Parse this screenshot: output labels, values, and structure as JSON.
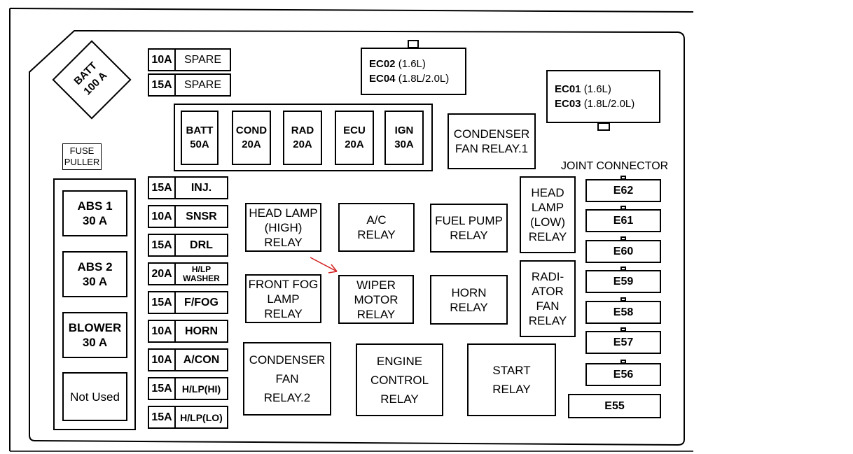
{
  "batt_main": "BATT\n100 A",
  "fuse_puller": "FUSE\nPULLER",
  "left_block": [
    {
      "name": "abs1",
      "label": "ABS 1\n30 A"
    },
    {
      "name": "abs2",
      "label": "ABS 2\n30 A"
    },
    {
      "name": "blower",
      "label": "BLOWER\n30 A"
    },
    {
      "name": "not-used",
      "label": "Not Used"
    }
  ],
  "top_fuses": [
    {
      "amp": "10A",
      "name": "SPARE"
    },
    {
      "amp": "15A",
      "name": "SPARE"
    }
  ],
  "fuse_column": [
    {
      "amp": "15A",
      "name": "INJ."
    },
    {
      "amp": "10A",
      "name": "SNSR"
    },
    {
      "amp": "15A",
      "name": "DRL"
    },
    {
      "amp": "20A",
      "name": "H/LP\nWASHER"
    },
    {
      "amp": "15A",
      "name": "F/FOG"
    },
    {
      "amp": "10A",
      "name": "HORN"
    },
    {
      "amp": "10A",
      "name": "A/CON"
    },
    {
      "amp": "15A",
      "name": "H/LP(HI)"
    },
    {
      "amp": "15A",
      "name": "H/LP(LO)"
    }
  ],
  "maxi_fuses": [
    {
      "label": "BATT\n50A"
    },
    {
      "label": "COND\n20A"
    },
    {
      "label": "RAD\n20A"
    },
    {
      "label": "ECU\n20A"
    },
    {
      "label": "IGN\n30A"
    }
  ],
  "ec_top": {
    "l1_code": "EC02",
    "l1_rest": " (1.6L)",
    "l2_code": "EC04",
    "l2_rest": " (1.8L/2.0L)"
  },
  "ec_right": {
    "l1_code": "EC01",
    "l1_rest": " (1.6L)",
    "l2_code": "EC03",
    "l2_rest": " (1.8L/2.0L)"
  },
  "relays": {
    "condenser_fan_1": "CONDENSER\nFAN RELAY.1",
    "head_lamp_high": "HEAD LAMP\n(HIGH) RELAY",
    "ac": "A/C\nRELAY",
    "fuel_pump": "FUEL PUMP\nRELAY",
    "head_lamp_low": "HEAD\nLAMP\n(LOW)\nRELAY",
    "front_fog": "FRONT FOG\nLAMP RELAY",
    "wiper_motor": "WIPER\nMOTOR\nRELAY",
    "horn": "HORN\nRELAY",
    "radiator_fan": "RADI-\nATOR\nFAN\nRELAY",
    "condenser_fan_2": "CONDENSER\nFAN\nRELAY.2",
    "engine_control": "ENGINE\nCONTROL\nRELAY",
    "start": "START\nRELAY"
  },
  "joint_connector_title": "JOINT CONNECTOR",
  "joint_connectors": [
    "E62",
    "E61",
    "E60",
    "E59",
    "E58",
    "E57",
    "E56",
    "E55"
  ],
  "colors": {
    "line": "#000000",
    "arrow": "#d42020"
  }
}
